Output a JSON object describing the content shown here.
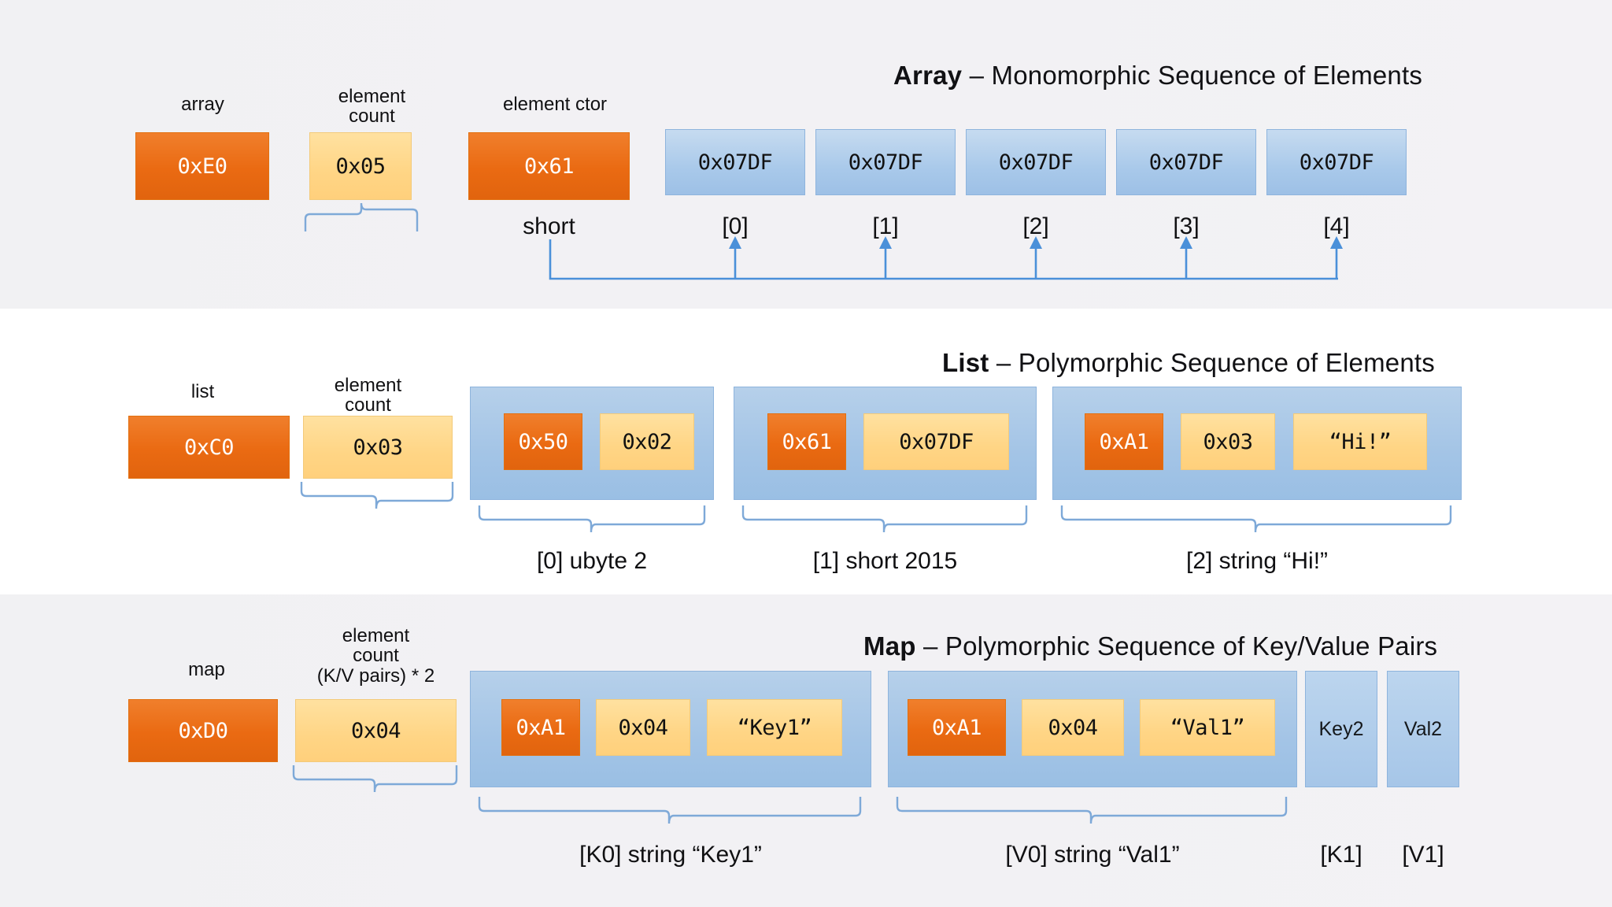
{
  "sections": {
    "array": {
      "title_bold": "Array",
      "title_rest": " – Monomorphic Sequence of Elements",
      "labels": {
        "container": "array",
        "count_line1": "element",
        "count_line2": "count",
        "ctor": "element ctor",
        "ctor_type": "short"
      },
      "cells": {
        "container_tag": "0xE0",
        "element_count": "0x05",
        "element_ctor": "0x61"
      },
      "elements": [
        {
          "value": "0x07DF",
          "index": "[0]"
        },
        {
          "value": "0x07DF",
          "index": "[1]"
        },
        {
          "value": "0x07DF",
          "index": "[2]"
        },
        {
          "value": "0x07DF",
          "index": "[3]"
        },
        {
          "value": "0x07DF",
          "index": "[4]"
        }
      ]
    },
    "list": {
      "title_bold": "List",
      "title_rest": " – Polymorphic Sequence of Elements",
      "labels": {
        "container": "list",
        "count_line1": "element",
        "count_line2": "count"
      },
      "cells": {
        "container_tag": "0xC0",
        "element_count": "0x03"
      },
      "elements": [
        {
          "parts": [
            "0x50",
            "0x02"
          ],
          "caption": "[0] ubyte 2"
        },
        {
          "parts": [
            "0x61",
            "0x07DF"
          ],
          "caption": "[1] short 2015"
        },
        {
          "parts": [
            "0xA1",
            "0x03",
            "“Hi!”"
          ],
          "caption": "[2] string “Hi!”"
        }
      ]
    },
    "map": {
      "title_bold": "Map",
      "title_rest": " – Polymorphic Sequence of Key/Value Pairs",
      "labels": {
        "container": "map",
        "count_line1": "element",
        "count_line2": "count",
        "count_line3": "(K/V pairs) * 2"
      },
      "cells": {
        "container_tag": "0xD0",
        "element_count": "0x04"
      },
      "elements": [
        {
          "parts": [
            "0xA1",
            "0x04",
            "“Key1”"
          ],
          "caption": "[K0] string “Key1”"
        },
        {
          "parts": [
            "0xA1",
            "0x04",
            "“Val1”"
          ],
          "caption": "[V0] string “Val1”"
        }
      ],
      "stubs": [
        {
          "label": "Key2",
          "caption": "[K1]"
        },
        {
          "label": "Val2",
          "caption": "[V1]"
        }
      ]
    }
  },
  "colors": {
    "orange": "#ea6a12",
    "yellow": "#ffd585",
    "blue": "#a3c4e6",
    "brace": "#7ea9d8",
    "arrow": "#4a90d9",
    "band_gray": "#f1f1f3",
    "band_white": "#ffffff",
    "text": "#111114"
  }
}
